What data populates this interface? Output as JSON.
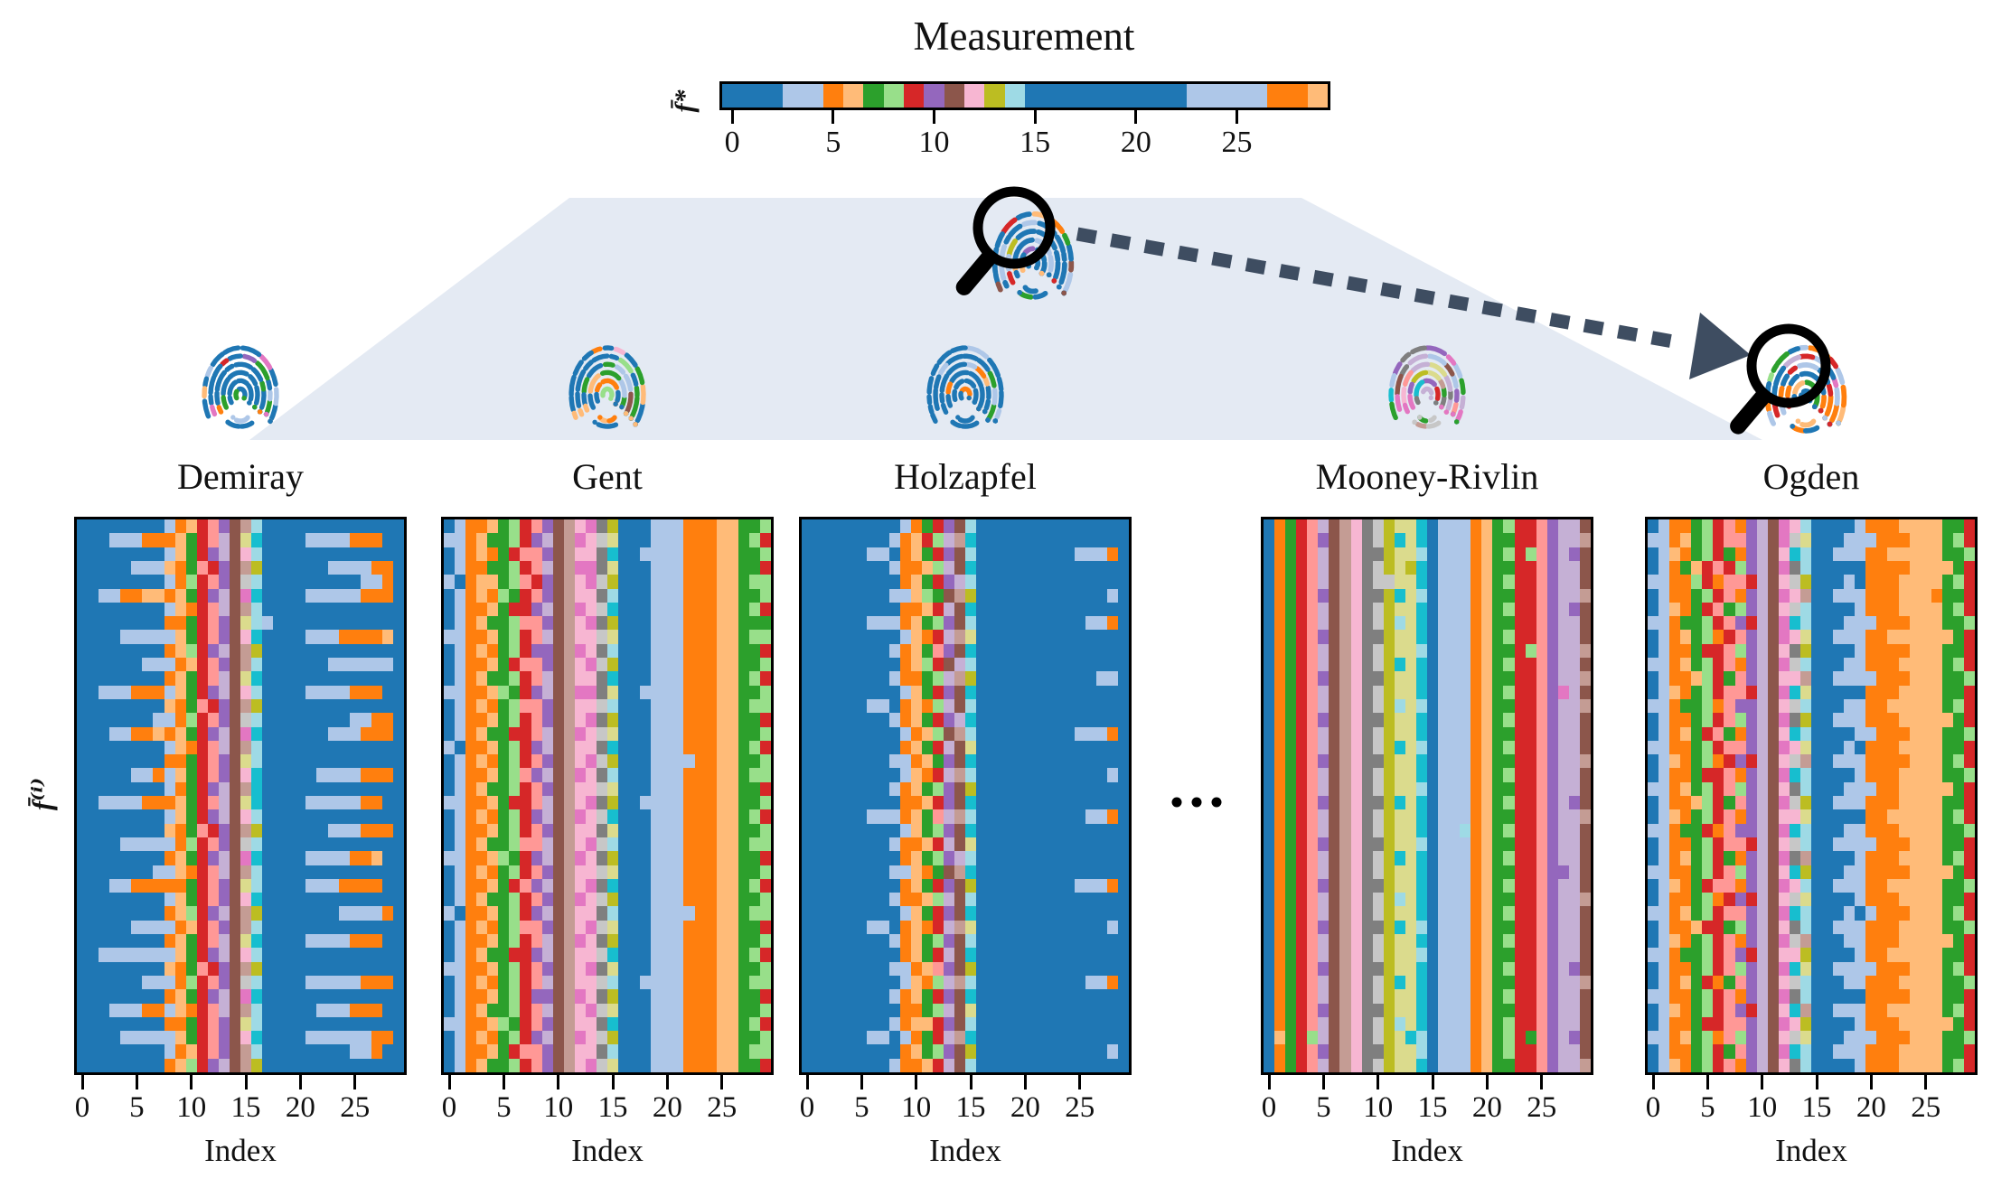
{
  "figure": {
    "title": "Measurement",
    "colorbar_label": "f̄*",
    "row_label": "f̄⁽ⁱ⁾",
    "continuation_dots": "• • •"
  },
  "chart_data": {
    "type": "heatmap",
    "cols": 30,
    "rows": 40,
    "x_range": [
      0,
      29
    ],
    "x_ticks": [
      0,
      5,
      10,
      15,
      20,
      25
    ],
    "xlabel": "Index",
    "ylabel": "f̄⁽ⁱ⁾",
    "legend": "letters map to matplotlib tab20 colors via palette",
    "palette": {
      "A": "#1f77b4",
      "B": "#aec7e8",
      "C": "#ff7f0e",
      "D": "#ffbb78",
      "E": "#2ca02c",
      "F": "#98df8a",
      "G": "#d62728",
      "H": "#ff9896",
      "I": "#9467bd",
      "J": "#c5b0d5",
      "K": "#8c564b",
      "L": "#c49c94",
      "M": "#e377c2",
      "N": "#f7b6d2",
      "O": "#7f7f7f",
      "P": "#c7c7c7",
      "Q": "#bcbd22",
      "R": "#dbdb8d",
      "S": "#17becf",
      "T": "#9edae5"
    },
    "colorbar": {
      "title": "Measurement",
      "label": "f̄*",
      "x_ticks": [
        0,
        5,
        10,
        15,
        20,
        25
      ],
      "cells": "AAABBCDEFGIKNQTAAAAAAAABBBBCCD"
    },
    "panels": [
      {
        "title": "Demiray",
        "xlabel": "Index",
        "grid": [
          "AAAAAAAABCDGHIKLTAAAAAAAAAAAAA",
          "AAABBBCCCDEGHJKRSAAAABBBBCCCAA",
          "AAAAAAAABDEGIJKNTAAAAAAAAAAAAA",
          "AAAAABBBDCEHGIKLQAAAAAABBBBCCA",
          "AAAAAAAABCFGHIKPTAAAAAAAAABBCA",
          "AABBCCDDCDEGIJKMSAAAABBBBBCCCA",
          "AAAAAAAABDCGHJKLTAAAAAAAAAAAAA",
          "AAAAAAAACCEGHIKRTBAAAAAAAAAAAA",
          "AAAABBBBBDEGHIKNSAAAABBBCCCCDA",
          "AAAAAAAACDFGIJKLQAAAAAAAAAAAAA",
          "AAAAAABBBCDGHIKLTAAAAAABBBBBBA",
          "AAAAAAAACDEGHJKRSAAAAAAAAAAAAA",
          "AABBBCCCBDEGIJKNTAAAABBBBCCCAA",
          "AAAAAAAADCEHGIKLQAAAAAAAAAAAAA",
          "AAAAAAABBCFGHIKPTAAAAAAAABBCCA",
          "AAABBCCDCDEGIJKMSAAAAAABBBCCCA",
          "AAAAAAAABDCGHJKLTAAAAAAAAAAAAA",
          "AAAAAAAACCEGHIKRTAAAAAAAAAAAAA",
          "AAAAABBCBDEGHIKNSAAAAABBBBCCCA",
          "AAAAAAAABCEGIJKLSAAAAAAAAAAAAA",
          "AABBBBCCCDEGHJKRSAAAABBBBBCCAA",
          "AAAAAAAABDEGIJKNTAAAAAAAAAAAAA",
          "AAAAAAAADCEHGIKLQAAAAAABBBCCCA",
          "AAAABBBBBCFGHIKPTAAAAAAAAAAAAA",
          "AAAAAAAACDEGIJKMSAAAABBBBCCDAA",
          "AAAAAAABBDCGHJKLTAAAAAAAAAAAAA",
          "AAABBCCCCCEGHIKRTAAAABBBCCCCAA",
          "AAAAAAAABDEGHIKNSAAAAAAAAAAAAA",
          "AAAAAAAACDFGIJKLQAAAAAAABBBBCA",
          "AAAAABBBBCDGHIKLTAAAAAAAAAAAAA",
          "AAAAAAAACDEGHJKRSAAAABBBBCCCAA",
          "AABBBBBBBDEGIJKNTAAAAAAAAAAAAA",
          "AAAAAAAADCEHGIKLQAAAAAAAAAAAAA",
          "AAAAAABBBCFGHIKPTAAAABBBBBCCCA",
          "AAAAAAAACDEGIJKMSAAAAAAAAAAAAA",
          "AAABBBCCBDCGHJKLTAAAAABBBCCCAA",
          "AAAAAAAACCEGHIKRTAAAAAAAAAAAAA",
          "AAAABBBBBDEGHIKNSAAAABBBBBBCCA",
          "AAAAAAAABCDGHIKLTAAAAAAAABBCAA",
          "AAAAAAAACDFGIJKLQAAAAAAAAAAAAA"
        ]
      },
      {
        "title": "Gent",
        "xlabel": "Index",
        "grid": [
          "ABCCDEFGHIKLNMOQAAABBBCCCDDEEF",
          "BBCDEEFGIJKLMNPRAAABBBCCCDDEFG",
          "ABCDCEGHHIKLNNOSAABBBBCCCDDEEF",
          "ABCCEEFGHJKLMMORAAABBBCCCDDEEG",
          "BACDDEFHGIKLNMPQAAABBBCCCDDEFF",
          "ABCDCFEGHIKLNNOTAAABBBCCCDDEEF",
          "ABCCDEGGIJKLMNPSAAABBBCCCDDEFG",
          "ABCDEEFHHIKLNMOQAAABBBCCCDDEEE",
          "BBCCDEFGHJKLNNPRAAABBBCCCDDEFF",
          "ABCDCEFGIIKLMNOTAAABBBCCCDDEEG",
          "ABCCDEGHHIKLNMPQAAABBBCCCDDEEF",
          "ABCDEEFGHJKLNNOSAAABBBCCCDDEFG",
          "BBCCDFEGIJKLMMORAABBBBCCCDDEEF",
          "ABCDCEFHHIKLNNPTAAABBBCCCDDEFF",
          "ABCCDEFGHIKLNMOQAAABBBCCCDDEEG",
          "ABCDEEGGHJKLMNPRAAABBBCCCDDEEF",
          "BACCDEFGIJKLNNOSAAABBBCCCDDEFG",
          "ABCDCEFGHIKLNMPQAAABBBBCCDDEEF",
          "ABCCDEFHIJKLMNOTAAABBBCCCDDEFF",
          "ABCDEEFGHIKLNNPRAAABBBCCCDDEEG",
          "BBCCDEGGHJKLNMOQAABBBBCCCDDEEF",
          "ABCDCEFGIJKLMNPSAAABBBCCCDDEFG",
          "ABCCDEFGHIKLNNORAAABBBCCCDDEEF",
          "ABCDEEFHHJKLNMPTAAABBBCCCDDEFF",
          "BBCCDFEGIJKLMNOQAAABBBCCCDDEEG",
          "ABCDCEFGHIKLNNPRAAABBBCCCDDEEF",
          "ABCCDEGHIJKLNMOSAAABBBCCCDDEFG",
          "ABCDEEFGHIKLMNPQAAABBBCCCDDEEF",
          "BACCDEFGIJKLNNOTAAABBBBCCDDEFF",
          "ABCDCEFHHIKLNMPRAAABBBCCCDDEEG",
          "ABCCDEFGHJKLMNOQAAABBBCCCDDEEF",
          "ABCDEEGGIJKLNNPSAAABBBCCCDDEFG",
          "BBCCDEFGHIKLNMORAAABBBCCCDDEEF",
          "ABCDCEFGHJKLNNPTAABBBBCCCDDEFF",
          "ABCCDEFGIIKLMNOQAAABBBCCCDDEEG",
          "ABCDEEFGHJKLNMPRAAABBBCCCDDEEF",
          "BBCCDFEGHIKLNNOSAAABBBCCCDDEFG",
          "ABCDCEFGIJKLMNPQAAABBBCCCDDEEF",
          "ABCCDEGHHIKLNNOTAAABBBCCCDDEFF",
          "ABCDEEFGHIKLNMPRAAABBBCCCDDEEG"
        ]
      },
      {
        "title": "Holzapfel",
        "xlabel": "Index",
        "grid": [
          "AAAAAAAAABCEGIKTAAAAAAAAAAAAAA",
          "AAAAAAAABCDGFJLSAAAAAAAAAAAAAA",
          "AAAAAABBACDEGIKTAAAAAAAAABBBCA",
          "AAAAAAAABCCDFJKSAAAAAAAAAAAAAA",
          "AAAAAAAAACDEGIJTAAAAAAAAAAAAAA",
          "AAAAAAAABBDFEKLQAAAAAAAAAAAABA",
          "AAAAAAAAACCDGJKSAAAAAAAAAAAAAA",
          "AAAAAABBBCDEFIKTAAAAAAAAAABBCA",
          "AAAAAAAAABDCGJLRAAAAAAAAAAAAAA",
          "AAAAAAAABCDEHIKSAAAAAAAAAAAAAA",
          "AAAAAAAAACDFGKJTAAAAAAAAAAAAAA",
          "AAAAAAAABCCEFJLQAAAAAAAAAAABBA",
          "AAAAAAAAABDEGIKSAAAAAAAAAAAAAA",
          "AAAAAABBACDCFJKTAAAAAAAAAAAAAA",
          "AAAAAAAABCDEGIJSAAAAAAAAAAAAAA",
          "AAAAAAAAABCDFKLTAAAAAAAAABBBCA",
          "AAAAAAAAACDEGJKRAAAAAAAAAAAAAA",
          "AAAAAAAABBCDEIKSAAAAAAAAAAAAAA",
          "AAAAAAAAABDCGJLTAAAAAAAAAAAABA",
          "AAAAAAAABCDEFIKQAAAAAAAAAAAAAA",
          "AAAAAAAAACCDGIKSAAAAAAAAAAAAAA",
          "AAAAAABBBCDEHJLTAAAAAAAAAABBCA",
          "AAAAAAAAABDEFIKSAAAAAAAAAAAAAA",
          "AAAAAAAABCCDGJKRAAAAAAAAAAAAAA",
          "AAAAAAAAACDEFIJTAAAAAAAAAAAAAA",
          "AAAAAAAABBDCEKLSAAAAAAAAAAAAAA",
          "AAAAAAAAACDEGIKQAAAAAAAAABBBCA",
          "AAAAAAAABCCDFJKTAAAAAAAAAAAAAA",
          "AAAAAAAAABDEGIKSAAAAAAAAAAAAAA",
          "AAAAAABBACDCGJLRAAAAAAAAAAAABA",
          "AAAAAAAABCDEFIKTAAAAAAAAAAAAAA",
          "AAAAAAAAACDEGJKSAAAAAAAAAAAAAA",
          "AAAAAAAABBCDHIKQAAAAAAAAAAAAAA",
          "AAAAAAAAABDCFJLTAAAAAAAAAABBCA",
          "AAAAAAAABCDEGIKSAAAAAAAAAAAAAA",
          "AAAAAAAAACCEFJKRAAAAAAAAAAAAAA",
          "AAAAAAAABCDDGIKTAAAAAAAAAAAAAA",
          "AAAAAABBABCEGJLSAAAAAAAAAAAAAA",
          "AAAAAAAAACDEFIKQAAAAAAAAAAAABA",
          "AAAAAAAABCCDGJKTAAAAAAAAAAAAAA"
        ]
      },
      {
        "title": "Mooney-Rivlin",
        "xlabel": "Index",
        "grid": [
          "ACEGHJKLNOPQRRSABBBCDEFGGHIJJK",
          "ACEGHIKLNOPQSRSABBBCDEEGGHIJJL",
          "ACEGHJKLNOOQRRTABBBCDEFGFHIJIK",
          "ACEGHJKLNOPQRQSABBBCDEEGGHIJJK",
          "ACEGHJKLNOPPRRSABBBCDEFGGHIJJK",
          "ACEGHIKLNOOQSRTABBBCDEEGGHIJJL",
          "ACEGHJKLNOPQRRSABBBCDEFGGHIJIK",
          "ACEGHJKLNOPQTRSABBBCDEEGGHIJJK",
          "ACEGHIKLNOOQRRSABBBCDEFGGHIJJK",
          "ACEGHJKLNOPQRRTABBBCDEEGFHIJJL",
          "ACEGHJKLNOPQSRSABBBCDEFGGHIJJK",
          "ACEGHIKLNOOQRRSABBBCDEEGGHIJJL",
          "ACEGHJKLNOPQRRSABBBCDEFGGHIMJK",
          "ACEGHJKLNOPQTRTABBBCDEEGGHIJJL",
          "ACEGHIKLNOOQRRSABBBCDEFGGHIJJK",
          "ACEGHJKLNOPQRRSABBBCDEEGGHIJJK",
          "ACEGHJKLNOPQSRTABBBCDEFGGHIJJK",
          "ACEGHIKLNOOQRRSABBBCDEEGGHIJJL",
          "ACEGHJKLNOPQRRSABBBCDEFGGHIJJK",
          "ACEGHJKLNOPQRRTABBBCDEEGGHIJJK",
          "ACEGHIKLNOOQSRSABBBCDEFGGHIJIK",
          "ACEGHJKLNOPQRRSABBBCDEEGGHIJJL",
          "ACEGHJKLNOPQRRSABBTCDEFGGHIJJK",
          "ACEGHIKLNOOQRRTABBBCDEEGGHIJJK",
          "ACEGHJKLNOPQSRSABBBCDEFGGHIJJK",
          "ACEGHJKLNOPQRRSABBBCDEEGGHIIJK",
          "ACEGHIKLNOOQRRSABBBCDEFGGHIJJK",
          "ACEGHJKLNOPQTRSABBBCDEEGGHIJJL",
          "ACEGHJKLNOPQRRSABBBCDEFGGHIJJK",
          "ACEGHIKLNOOQSRTABBBCDEEGGHIJJK",
          "ACEGHJKLNOPQRRSABBBCDEFGGHIJJK",
          "ACEGHJKLNOPQRRTABBBCDEEGGHIJJK",
          "ACEGHIKLNOOQRRSABBBCDEFGGHIJIK",
          "ACEGHJKLNOPQSRSABBBCDEEGGHIJJL",
          "ACEGHJKLNOPQRRSABBBCDEFGGHIJJK",
          "ACEGHIKLNOOQRRSABBBCDEEGGHIJJK",
          "ACEGHJKLNOPQTRSABBBCDEFGGHIJJK",
          "ADEGFJKLNOPQRSTABBBCDEFGEHIJIK",
          "ACEGHIKLNOOQRRTABBBCDEFGGHIJJK",
          "ACEGHJKLNOPQRRSABBBCDEEGGHIJJL"
        ]
      },
      {
        "title": "Ogden",
        "xlabel": "Index",
        "grid": [
          "ABCCEFGHCIJKMNTAAAABCCCDDDDEEG",
          "BBCDEFGHHIJKMPRAAABBBCCCDDDEFG",
          "ABDCEFGECIJKNSTAABBBCCDDDDDEEF",
          "ABCEDGHGFIJKMOTAAAAACCCCDDDDEG",
          "BBCCFGCHHGJKNPQAAABACCCDDDDEFG",
          "ABCCEFGHCIJKMNLAABBBCCCDDDCEEG",
          "ABDCEGHEFIJKNPTAAAABCCCDDDDEFG",
          "BBCEEFGHIGJKMSTAAABBBCCCDDDEEF",
          "ABCDEFCGHIJKMNRAABBBCCDDDDDDEG",
          "ABCCEGGHFIJKNOQAAAABCCCCDDDEEG",
          "BBCDEFGHCIJKMPTAAABBCCCDDDDEFG",
          "ABCCDFGEHIJKNNLAABBBBCCCDDDEEF",
          "ABDCEFGHHGJKMSRAAAAACCCDDDDEEG",
          "BBCEEFCHIIJKNPTAAABBCCDDDDDEFG",
          "ABCCEFGHFIJKMOQAABBBCCCDDDDDEG",
          "ABCDEGHECIJKNSTAAAABBCCCDDDEEF",
          "BBCCEFGHHIJKMNRAAABACCCDDDDEEG",
          "ABDCEFCGIGJKNPLAABBBCCCCDDDEFG",
          "ABCCEGGHCIJKMSTAAAABCCCDDDDEEF",
          "BBCDEFGHFIJKNOTAAABBBCCDDDDDEG",
          "ABCCDFGEHIJKMPQAABBBCCCDDDDEEG",
          "ABDCEFGHCIJKNNRAAAAACCDDDDDEFG",
          "BBCEEGCHIIJKMSTAAABBCCCDDDDEEF",
          "ABCCEFGHHGJKNPTAABBBBCCCDDDEEG",
          "ABCDEFGECIJKMOLAAAABCCCDDDDEFG",
          "BBCCEFGHFIJKNSQAAABBCCCCDDDDEG",
          "ABDCEGHHCIJKMNTAABBBCCDDDDDEEF",
          "ABCCEFCGIGJKNPRAAAABCCCDDDDEEG",
          "BBCDEFGHHIJKMSTAAABABCCCDDDEFG",
          "ABCCDGGEFIJKNOTAABBBCCCDDDDEEF",
          "ABDCEFGHCIJKMPLAAABBCCCDDDDDEG",
          "BBCEEFGHIGJKNNQAAAABCCDDDDDEEG",
          "ABCCEFGHFIJKMSRAABBBBCCCDDDEFG",
          "ABCDEGCEHIJKNPTAAABBCCCDDDDEEF",
          "BBCCEFGHCIJKMOTAAAAACCCCDDDEEG",
          "ABDCEFGHIGJKNSLAABBBCCDDDDDEFG",
          "ABCCEGGHHIJKMNQAAAABCCCDDDDDEG",
          "BBCDEFCHFIJKNPRAAABBBCCCDDDEEF",
          "ABCCEFGEHIJKMSTAABBBCCCDDDDEEG",
          "ABDCEFGHCIJKNOTAAAABCCCDDDDEFG"
        ]
      }
    ]
  },
  "fingerprints": [
    {
      "name": "measurement",
      "weights": {
        "A": 60,
        "B": 8,
        "C": 8,
        "D": 4,
        "E": 5,
        "G": 4,
        "I": 4,
        "Q": 3,
        "N": 2,
        "S": 2,
        "T": 2,
        "K": 2
      }
    },
    {
      "name": "demiray",
      "weights": {
        "A": 62,
        "B": 10,
        "C": 8,
        "D": 4,
        "E": 4,
        "G": 3,
        "I": 3,
        "K": 2,
        "M": 2,
        "T": 2
      }
    },
    {
      "name": "gent",
      "weights": {
        "A": 30,
        "B": 12,
        "C": 18,
        "D": 8,
        "E": 12,
        "F": 4,
        "G": 6,
        "H": 2,
        "I": 3,
        "K": 2,
        "N": 2,
        "Q": 1
      }
    },
    {
      "name": "holzapfel",
      "weights": {
        "A": 78,
        "B": 8,
        "C": 5,
        "D": 3,
        "E": 2,
        "G": 2,
        "J": 1,
        "T": 1
      }
    },
    {
      "name": "mooney-rivlin",
      "weights": {
        "J": 14,
        "I": 10,
        "M": 10,
        "G": 9,
        "Q": 8,
        "O": 8,
        "K": 8,
        "L": 7,
        "B": 6,
        "R": 6,
        "S": 5,
        "E": 5,
        "H": 4,
        "P": 4,
        "N": 4
      }
    },
    {
      "name": "ogden",
      "weights": {
        "A": 34,
        "C": 16,
        "B": 12,
        "D": 7,
        "E": 10,
        "G": 7,
        "F": 4,
        "I": 4,
        "J": 3,
        "M": 3,
        "K": 2,
        "Q": 2
      }
    }
  ]
}
